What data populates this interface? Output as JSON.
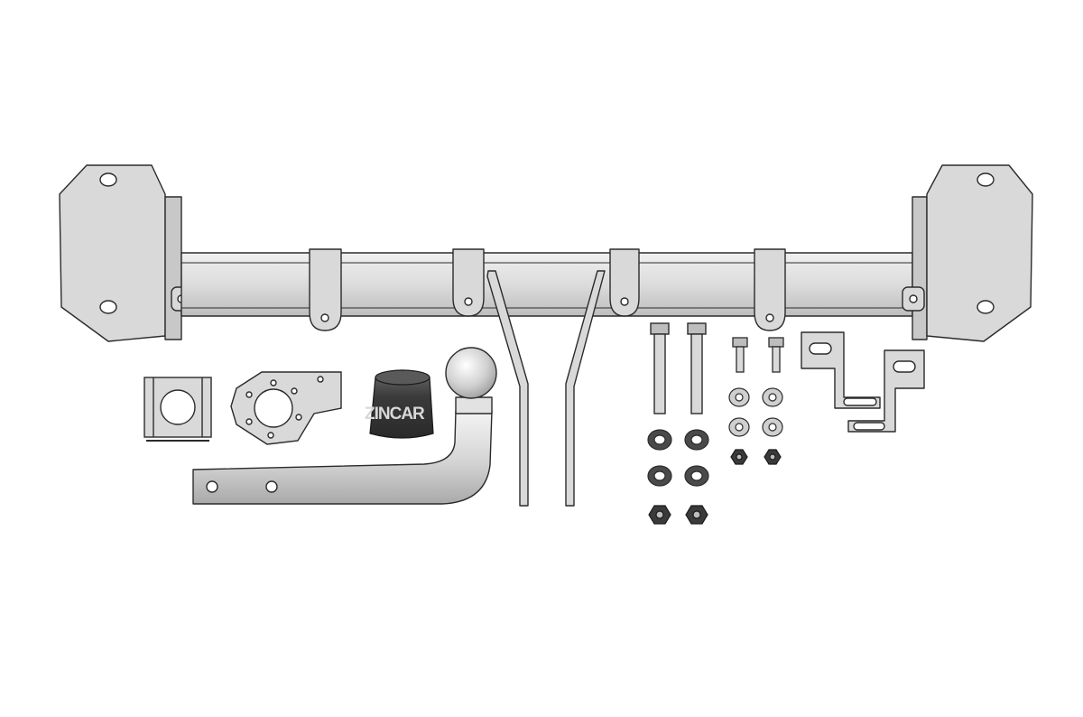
{
  "diagram": {
    "kind": "tow-bar-kit-exploded-view",
    "palette": {
      "part_fill": "#d9d9d9",
      "part_fill_light": "#ececec",
      "part_shade": "#b8b8b8",
      "outline": "#2b2b2b",
      "rubber": "#3c3c3c",
      "background": "#ffffff"
    },
    "parts": [
      {
        "id": "crossbar",
        "icon": "crossbar-beam"
      },
      {
        "id": "left-side-plate",
        "icon": "mounting-plate"
      },
      {
        "id": "right-side-plate",
        "icon": "mounting-plate"
      },
      {
        "id": "socket-cover-bracket",
        "icon": "bracket"
      },
      {
        "id": "socket-plate",
        "icon": "socket-plate"
      },
      {
        "id": "tow-ball-cap",
        "icon": "ball-cap",
        "brand_text": "ZINCAR"
      },
      {
        "id": "tow-ball-neck",
        "icon": "tow-ball"
      },
      {
        "id": "support-strap-left",
        "icon": "strap"
      },
      {
        "id": "support-strap-right",
        "icon": "strap"
      },
      {
        "id": "long-bolts",
        "icon": "bolt",
        "count": 2
      },
      {
        "id": "short-bolts",
        "icon": "bolt",
        "count": 2
      },
      {
        "id": "large-washers",
        "icon": "washer",
        "count": 4
      },
      {
        "id": "small-washers",
        "icon": "washer",
        "count": 4
      },
      {
        "id": "large-nuts",
        "icon": "nut",
        "count": 2
      },
      {
        "id": "small-nuts",
        "icon": "nut",
        "count": 2
      },
      {
        "id": "angle-brackets",
        "icon": "angle-bracket",
        "count": 2
      }
    ]
  }
}
